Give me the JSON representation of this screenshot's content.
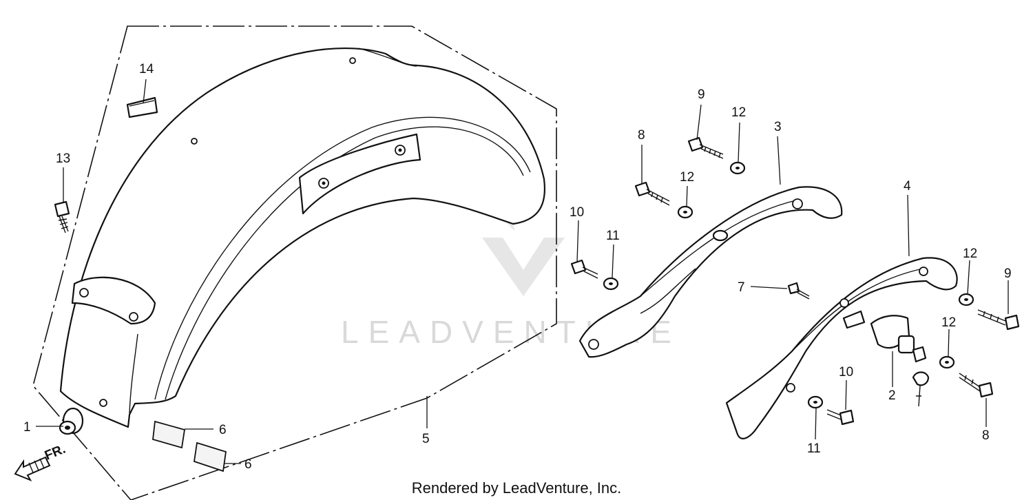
{
  "callouts": {
    "c1": "1",
    "c2": "2",
    "c3": "3",
    "c4": "4",
    "c5": "5",
    "c6a": "6",
    "c6b": "6",
    "c7": "7",
    "c8a": "8",
    "c8b": "8",
    "c9a": "9",
    "c9b": "9",
    "c10a": "10",
    "c10b": "10",
    "c11a": "11",
    "c11b": "11",
    "c12a": "12",
    "c12b": "12",
    "c12c": "12",
    "c12d": "12",
    "c13": "13",
    "c14": "14"
  },
  "front_indicator": "FR.",
  "watermark": "LEADVENTURE",
  "footer": "Rendered by LeadVenture, Inc."
}
